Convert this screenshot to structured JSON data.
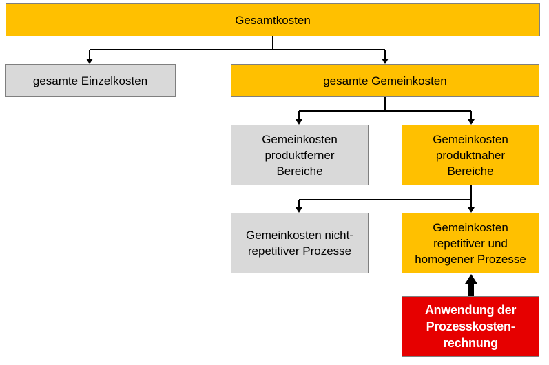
{
  "nodes": {
    "total_costs": "Gesamtkosten",
    "direct_costs": "gesamte Einzelkosten",
    "overhead_costs": "gesamte Gemeinkosten",
    "overhead_remote": "Gemeinkosten\nproduktferner\nBereiche",
    "overhead_near": "Gemeinkosten\nproduktnaher\nBereiche",
    "overhead_non_repetitive": "Gemeinkosten nicht-\nrepetitiver Prozesse",
    "overhead_repetitive": "Gemeinkosten\nrepetitiver und\nhomogener Prozesse",
    "application": "Anwendung der\nProzesskosten-\nrechnung"
  },
  "colors": {
    "gold": "#ffc000",
    "gray": "#d9d9d9",
    "red": "#e60000"
  }
}
